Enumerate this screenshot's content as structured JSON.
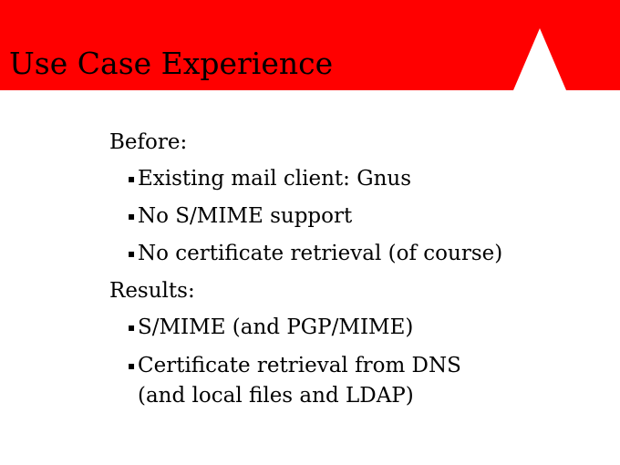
{
  "slide": {
    "title": "Use Case Experience",
    "sections": [
      {
        "heading": "Before:",
        "bullets": [
          "Existing mail client: Gnus",
          "No S/MIME support",
          "No certificate retrieval (of course)"
        ]
      },
      {
        "heading": "Results:",
        "bullets": [
          "S/MIME (and PGP/MIME)",
          "Certificate retrieval from DNS",
          "(and local files and LDAP)"
        ]
      }
    ],
    "bullet_glyph": "▪",
    "colors": {
      "header": "#ff0000",
      "logo": "#ffffff",
      "text": "#000000",
      "background": "#ffffff"
    },
    "icons": {
      "header_logo": "white-triangle-logo"
    }
  }
}
